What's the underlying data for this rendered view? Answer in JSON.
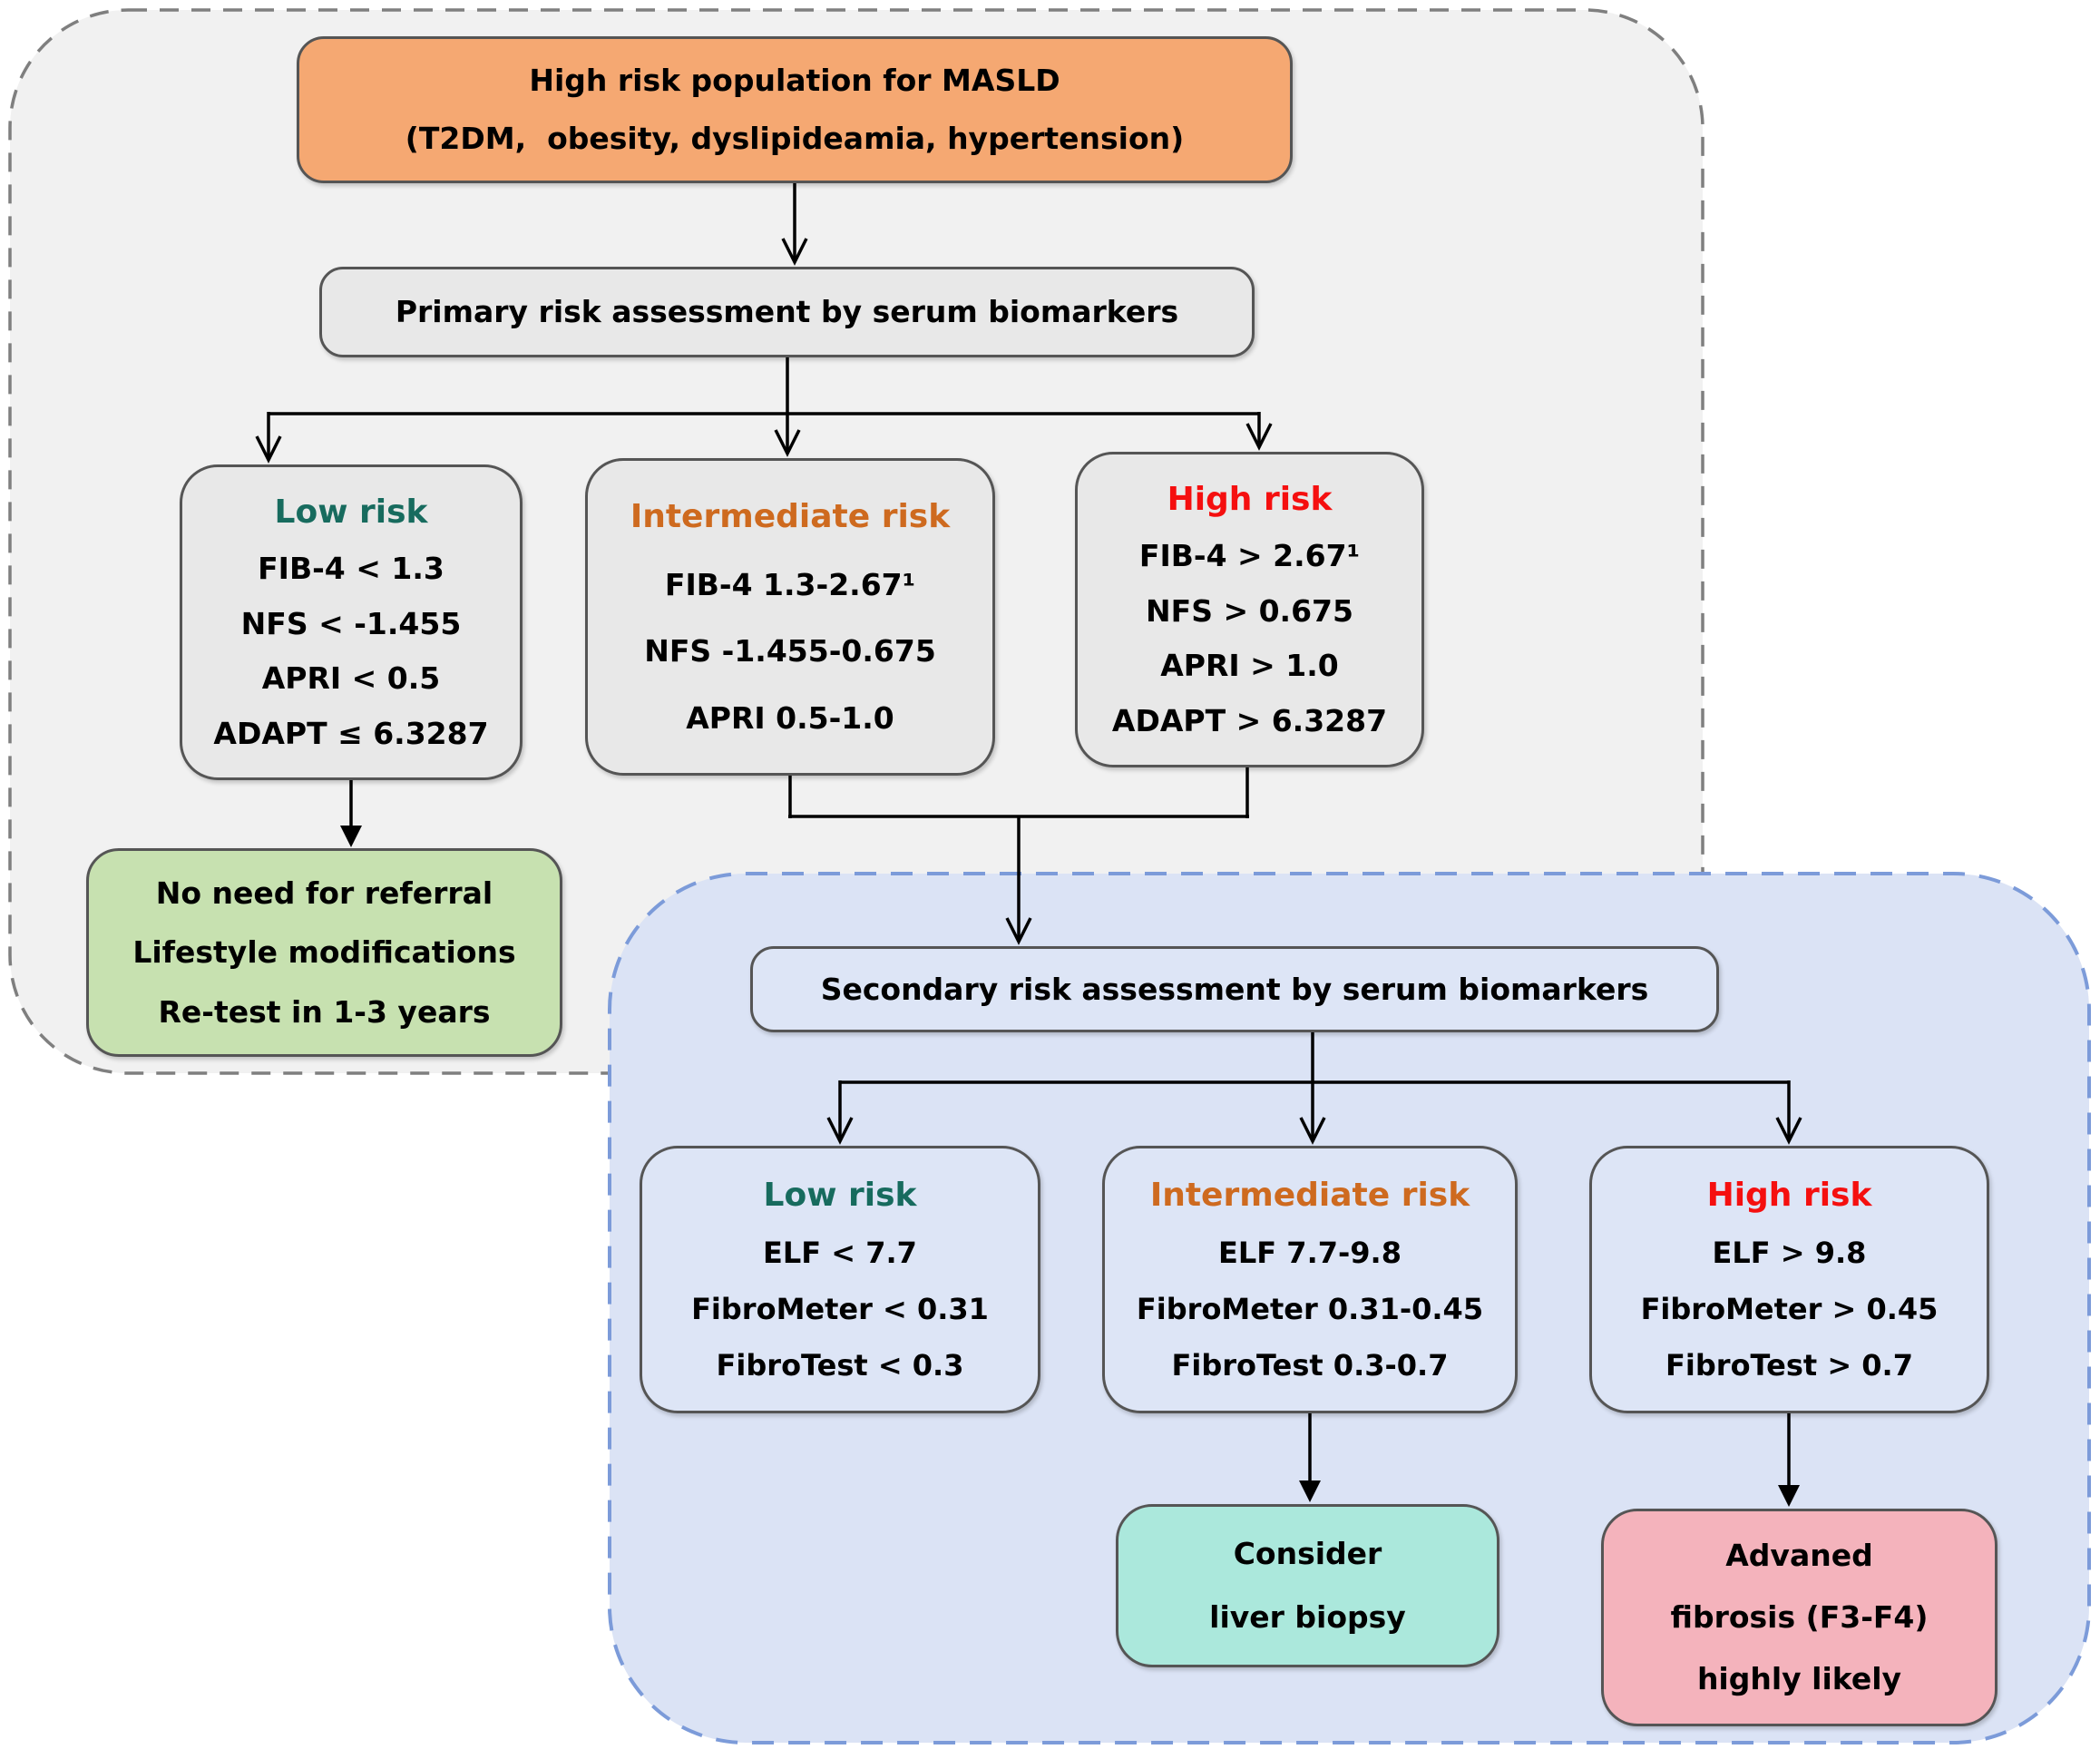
{
  "colors": {
    "population_fill": "#F5A872",
    "primary_box_fill": "#E8E8E8",
    "secondary_box_fill": "#DDE5F6",
    "outcome_green_fill": "#C7E1B0",
    "outcome_teal_fill": "#ABE8DC",
    "outcome_pink_fill": "#F4B3BC",
    "low_risk_title_color": "#176B5E",
    "intermediate_risk_title_color": "#CE6A1F",
    "high_risk_title_color": "#F50F0F",
    "primary_panel_fill": "#F1F1F1",
    "primary_panel_border": "#7F7F7F",
    "secondary_panel_fill": "#DBE3F5",
    "secondary_panel_border": "#7C9BD9",
    "box_border_color": "#555555",
    "connector_color": "#000000"
  },
  "population": {
    "line1": "High risk population for MASLD",
    "line2": "(T2DM,  obesity, dyslipideamia, hypertension)"
  },
  "primary_assessment": {
    "header": "Primary risk assessment by serum biomarkers",
    "low": {
      "title": "Low risk",
      "rows": [
        "FIB-4 < 1.3",
        "NFS < -1.455",
        "APRI < 0.5",
        "ADAPT ≤ 6.3287"
      ]
    },
    "intermediate": {
      "title": "Intermediate risk",
      "rows": [
        "FIB-4 1.3-2.67¹",
        "NFS -1.455-0.675",
        "APRI 0.5-1.0"
      ]
    },
    "high": {
      "title": "High risk",
      "rows": [
        "FIB-4 > 2.67¹",
        "NFS > 0.675",
        "APRI > 1.0",
        "ADAPT > 6.3287"
      ]
    },
    "low_outcome": {
      "rows": [
        "No need for referral",
        "Lifestyle modifications",
        "Re-test in 1-3 years"
      ]
    }
  },
  "secondary_assessment": {
    "header": "Secondary risk assessment by serum biomarkers",
    "low": {
      "title": "Low risk",
      "rows": [
        "ELF < 7.7",
        "FibroMeter < 0.31",
        "FibroTest < 0.3"
      ]
    },
    "intermediate": {
      "title": "Intermediate risk",
      "rows": [
        "ELF 7.7-9.8",
        "FibroMeter 0.31-0.45",
        "FibroTest 0.3-0.7"
      ]
    },
    "high": {
      "title": "High risk",
      "rows": [
        "ELF > 9.8",
        "FibroMeter > 0.45",
        "FibroTest > 0.7"
      ]
    },
    "intermediate_outcome": {
      "rows": [
        "Consider",
        "liver biopsy"
      ]
    },
    "high_outcome": {
      "rows": [
        "Advaned",
        "fibrosis (F3-F4)",
        "highly likely"
      ]
    }
  }
}
